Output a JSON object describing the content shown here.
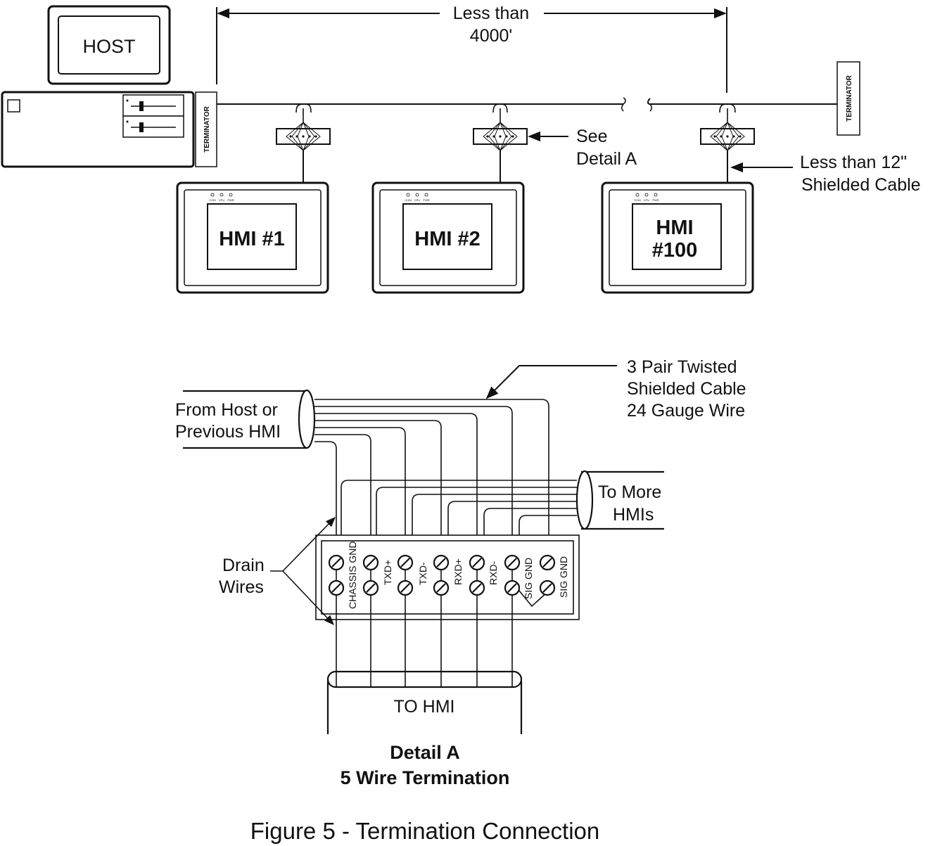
{
  "labels": {
    "host": "HOST",
    "terminator": "TERMINATOR",
    "distance_line1": "Less than",
    "distance_line2": "4000'",
    "see_detail_line1": "See",
    "see_detail_line2": "Detail A",
    "shield_line1": "Less than 12\"",
    "shield_line2": "Shielded Cable",
    "hmi1": "HMI #1",
    "hmi2": "HMI #2",
    "hmi100_line1": "HMI",
    "hmi100_line2": "#100",
    "led_com": "COM",
    "led_cpu": "CPU",
    "led_pwr": "PWR",
    "cable_line1": "3 Pair Twisted",
    "cable_line2": "Shielded Cable",
    "cable_line3": "24 Gauge Wire",
    "from_line1": "From Host or",
    "from_line2": "Previous HMI",
    "to_more_line1": "To More",
    "to_more_line2": "HMIs",
    "drain_line1": "Drain",
    "drain_line2": "Wires",
    "to_hmi": "TO HMI",
    "detail_title_line1": "Detail A",
    "detail_title_line2": "5 Wire Termination",
    "figure_caption": "Figure 5 - Termination Connection"
  },
  "terminals": [
    "CHASSIS GND",
    "TXD+",
    "TXD-",
    "RXD+",
    "RXD-",
    "SIG GND",
    "SIG GND"
  ]
}
